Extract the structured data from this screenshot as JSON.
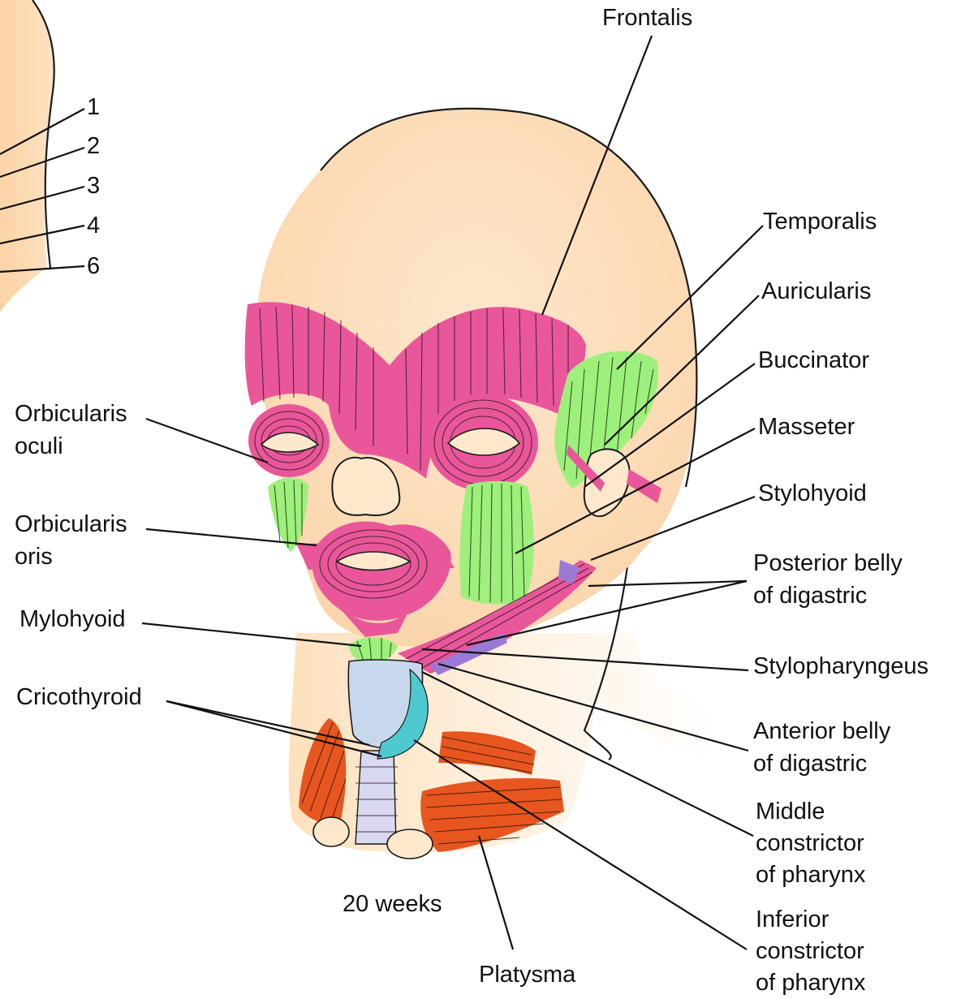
{
  "figure": {
    "age_label": "20 weeks",
    "inset_numbers": [
      "1",
      "2",
      "3",
      "4",
      "6"
    ],
    "labels_right": [
      "Frontalis",
      "Temporalis",
      "Auricularis",
      "Buccinator",
      "Masseter",
      "Stylohyoid",
      [
        "Posterior belly",
        "of digastric"
      ],
      "Stylopharyngeus",
      [
        "Anterior belly",
        "of digastric"
      ],
      [
        "Middle",
        "constrictor",
        "of pharynx"
      ],
      [
        "Inferior",
        "constrictor",
        "of pharynx"
      ]
    ],
    "labels_left": [
      [
        "Orbicularis",
        "oculi"
      ],
      [
        "Orbicularis",
        "oris"
      ],
      "Mylohyoid",
      "Cricothyroid"
    ],
    "bottom_label": "Platysma",
    "colors": {
      "skin": "#fde1bd",
      "facial_muscle": "#e9579a",
      "masticatory_muscle": "#9df07c",
      "platysma": "#e8561f",
      "cartilage": "#c8d8ec",
      "constrictor": "#4ec9cf",
      "digastric": "#9b7ad6"
    }
  }
}
